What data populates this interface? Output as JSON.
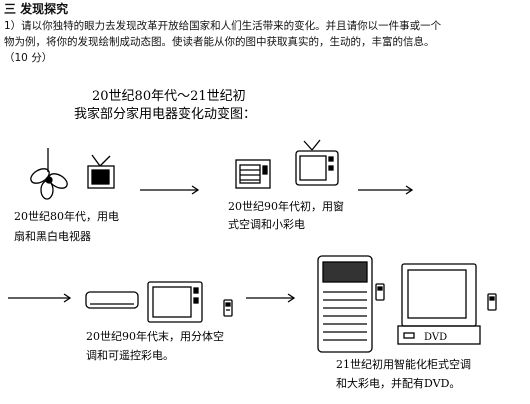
{
  "section_header": "三  发现探究",
  "question": {
    "line1": "1）请以你独特的眼力去发现改革开放给国家和人们生活带来的变化。并且请你以一件事或一个",
    "line2": "物为例，将你的发现绘制成动态图。使读者能从你的图中获取真实的，生动的，丰富的信息。",
    "score": "（10 分）"
  },
  "drawing": {
    "title_line1": "20世纪80年代～21世纪初",
    "title_line2": "我家部分家用电器变化动变图：",
    "stage1_line1": "20世纪80年代，用电",
    "stage1_line2": "扇和黑白电视器",
    "stage2_line1": "20世纪90年代初，用窗",
    "stage2_line2": "式空调和小彩电",
    "stage3_line1": "20世纪90年代末，用分体空",
    "stage3_line2": "调和可遥控彩电。",
    "stage4_line1": "21世纪初用智能化柜式空调",
    "stage4_line2": "和大彩电，并配有DVD。",
    "dvd_label": "DVD"
  }
}
